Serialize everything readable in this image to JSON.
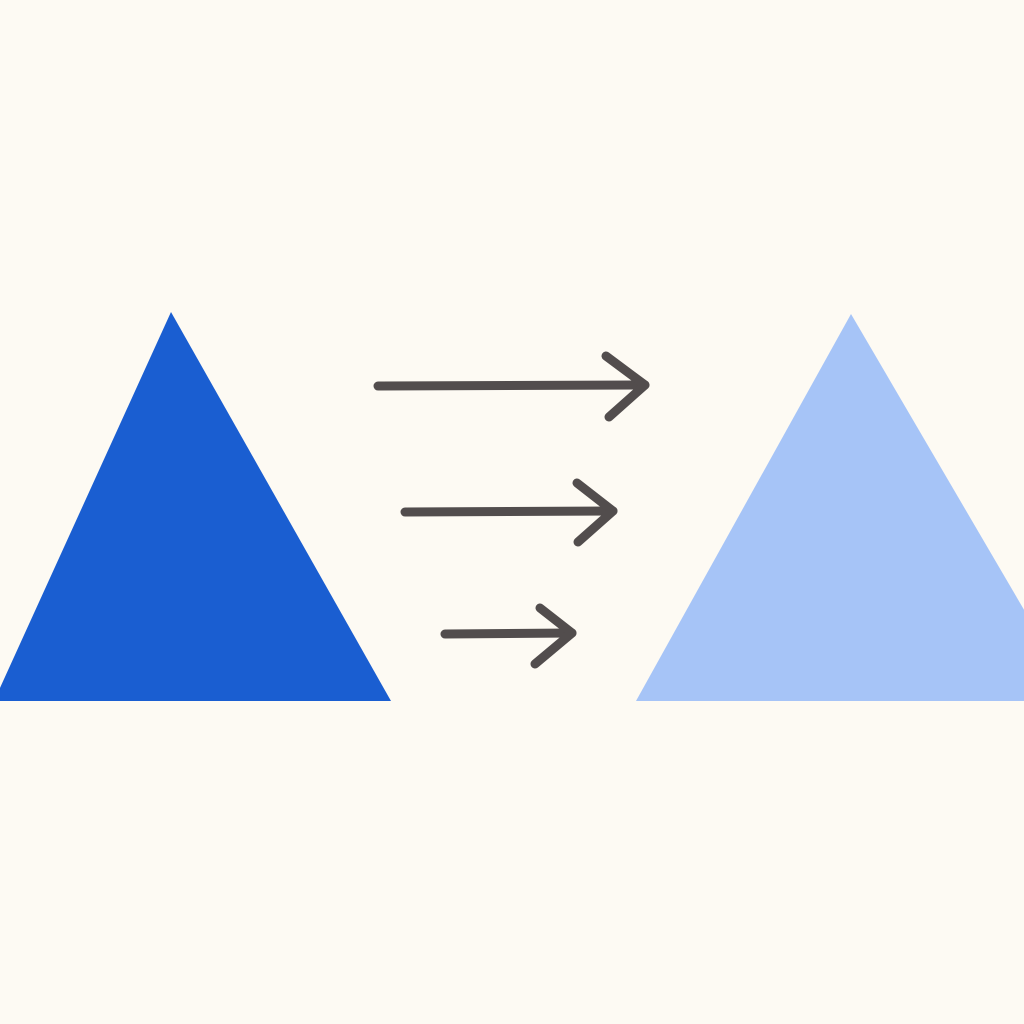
{
  "colors": {
    "background": "#fdfaf3",
    "source_triangle": "#1a5ed1",
    "target_triangle": "#a6c4f7",
    "arrow": "#524d4d"
  },
  "diagram": {
    "nodes": [
      {
        "id": "source",
        "shape": "triangle",
        "fill_key": "source_triangle"
      },
      {
        "id": "target",
        "shape": "triangle",
        "fill_key": "target_triangle"
      }
    ],
    "arrows": [
      {
        "from": "source",
        "to": "target",
        "direction": "right",
        "rank": 1
      },
      {
        "from": "source",
        "to": "target",
        "direction": "right",
        "rank": 2
      },
      {
        "from": "source",
        "to": "target",
        "direction": "right",
        "rank": 3
      }
    ]
  }
}
